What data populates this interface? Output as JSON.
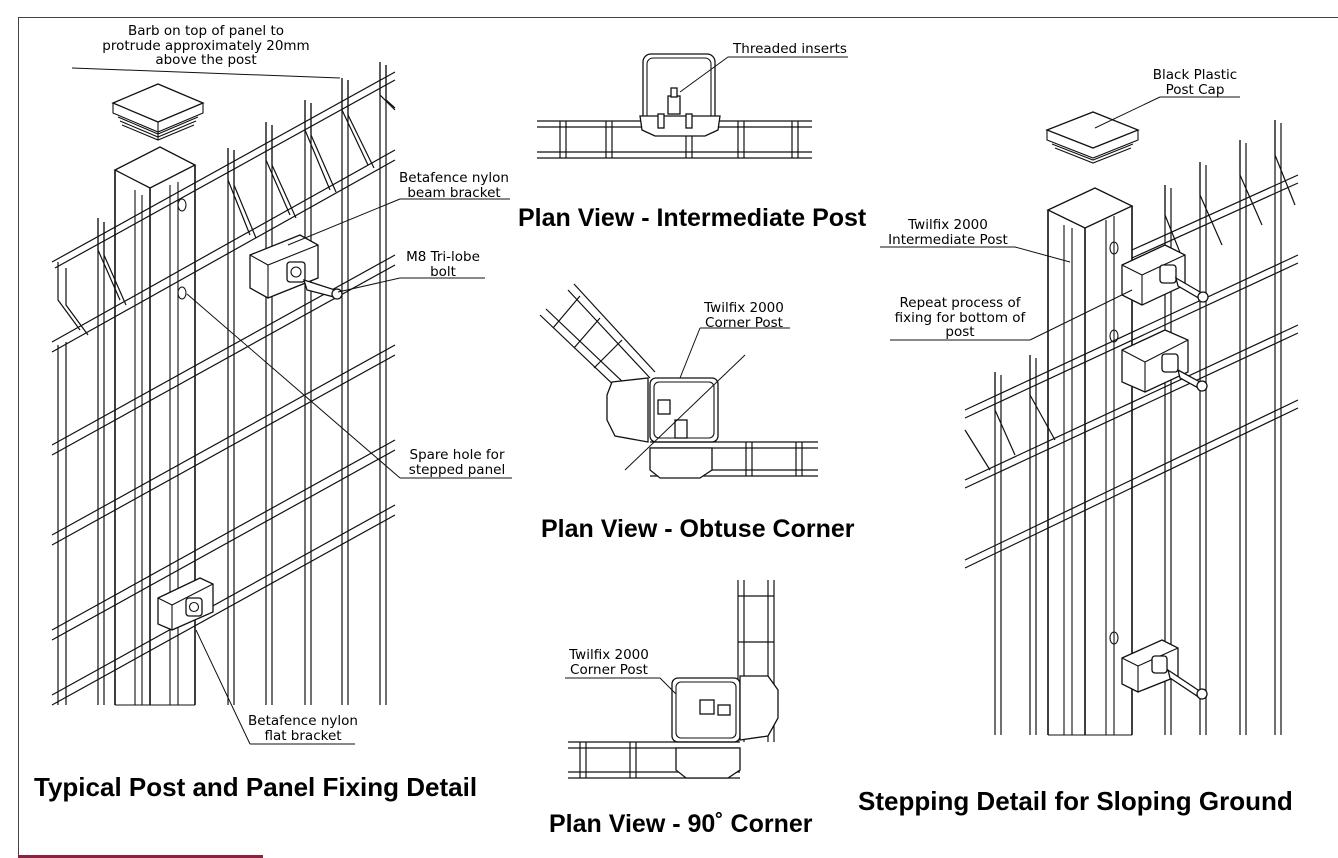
{
  "labels": {
    "barb": [
      "Barb on top of panel to",
      "protrude approximately 20mm",
      "above the post"
    ],
    "beam_bracket": [
      "Betafence nylon",
      "beam bracket"
    ],
    "tri_lobe": [
      "M8 Tri-lobe",
      "bolt"
    ],
    "spare_hole": [
      "Spare hole for",
      "stepped panel"
    ],
    "flat_bracket": [
      "Betafence nylon",
      "flat bracket"
    ],
    "threaded_inserts": [
      "Threaded inserts"
    ],
    "corner_post_obtuse": [
      "Twilfix 2000",
      "Corner Post"
    ],
    "corner_post_90": [
      "Twilfix 2000",
      "Corner Post"
    ],
    "post_cap": [
      "Black Plastic",
      "Post Cap"
    ],
    "intermediate_post": [
      "Twilfix 2000",
      "Intermediate Post"
    ],
    "repeat_process": [
      "Repeat process of",
      "fixing for bottom of",
      "post"
    ]
  },
  "titles": {
    "intermediate": "Plan View - Intermediate Post",
    "obtuse": "Plan View - Obtuse Corner",
    "ninety": "Plan View - 90˚ Corner",
    "typical": "Typical Post and Panel Fixing Detail",
    "stepping": "Stepping Detail  for Sloping Ground"
  },
  "colors": {
    "line": "#111111",
    "accent_bar": "#8b2340",
    "frame": "#444444"
  }
}
